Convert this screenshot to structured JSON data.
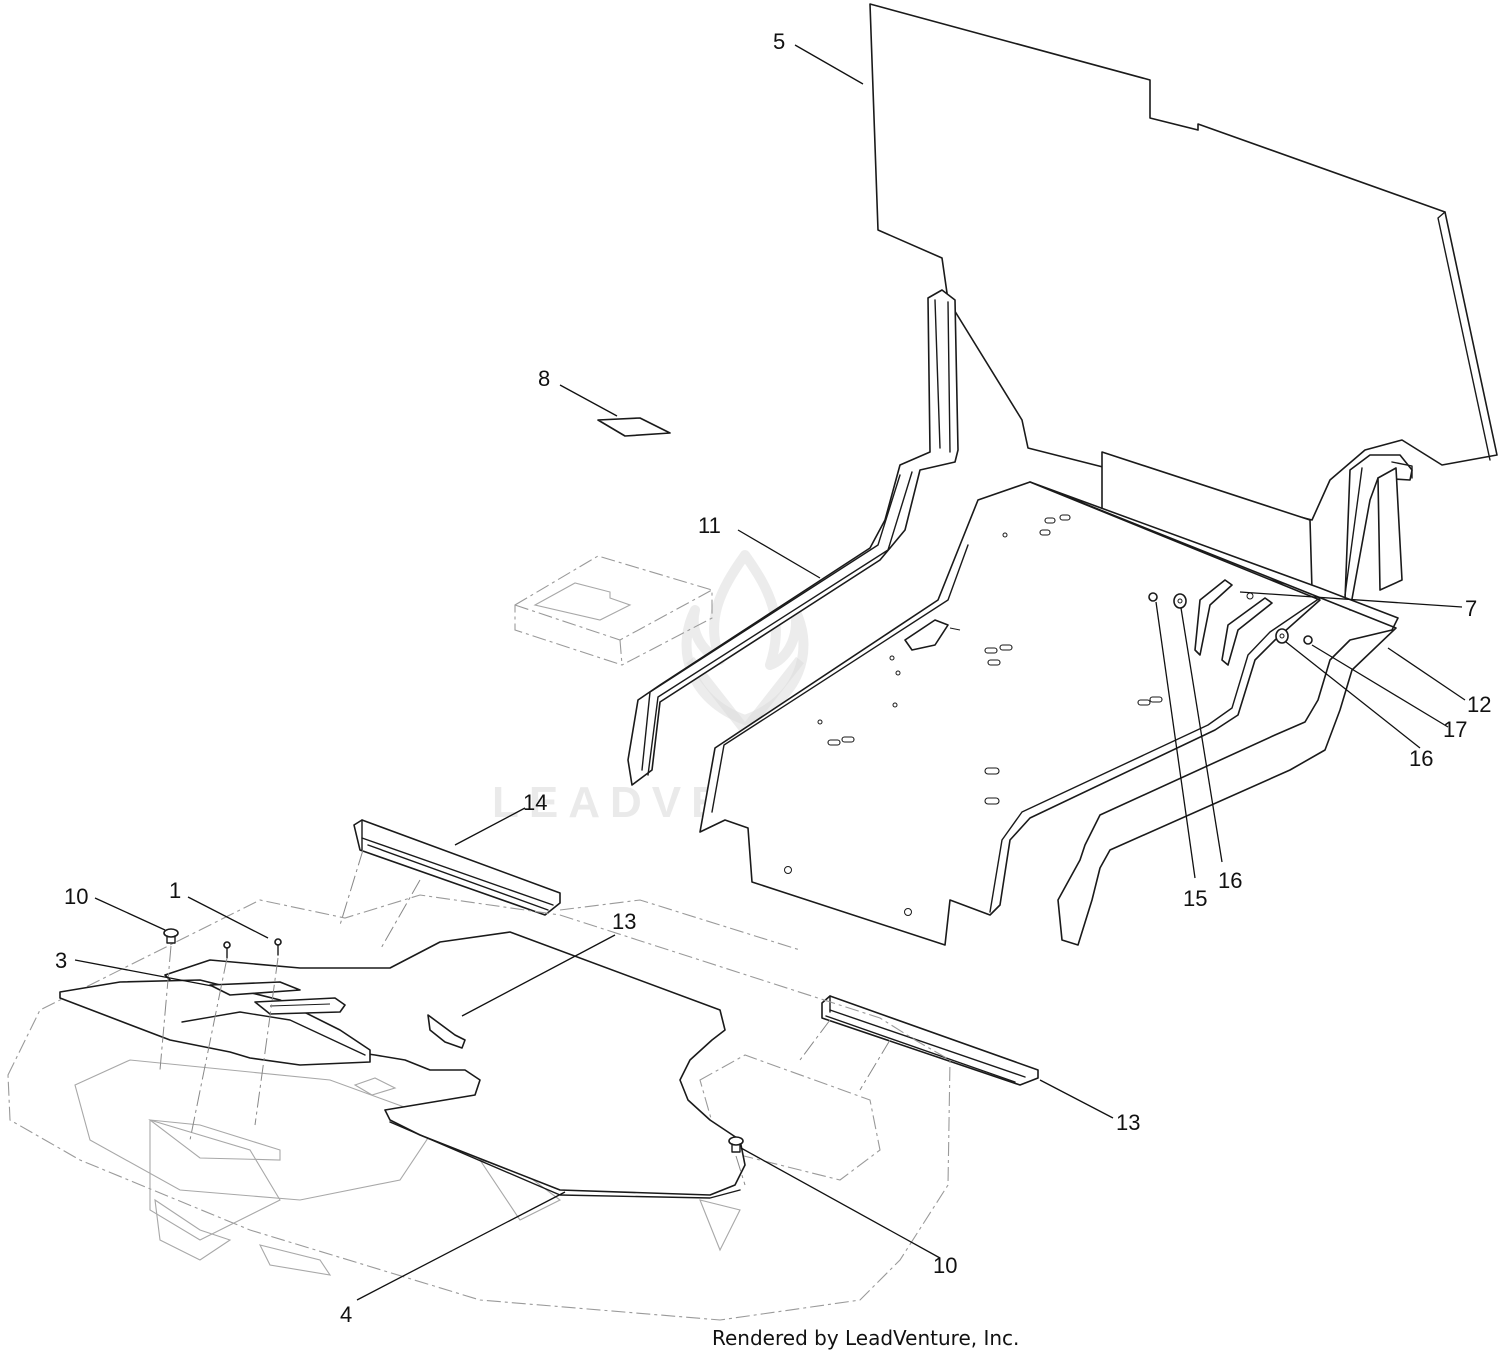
{
  "diagram": {
    "callouts": [
      {
        "id": "c1",
        "text": "1"
      },
      {
        "id": "c3",
        "text": "3"
      },
      {
        "id": "c4",
        "text": "4"
      },
      {
        "id": "c5",
        "text": "5"
      },
      {
        "id": "c7",
        "text": "7"
      },
      {
        "id": "c8",
        "text": "8"
      },
      {
        "id": "c10a",
        "text": "10"
      },
      {
        "id": "c10b",
        "text": "10"
      },
      {
        "id": "c11a",
        "text": "11"
      },
      {
        "id": "c11b",
        "text": "11"
      },
      {
        "id": "c12",
        "text": "12"
      },
      {
        "id": "c13",
        "text": "13"
      },
      {
        "id": "c14",
        "text": "14"
      },
      {
        "id": "c15",
        "text": "15"
      },
      {
        "id": "c16a",
        "text": "16"
      },
      {
        "id": "c16b",
        "text": "16"
      },
      {
        "id": "c17",
        "text": "17"
      }
    ],
    "watermark": "LEADVENTURE",
    "credit": "Rendered by LeadVenture, Inc."
  }
}
